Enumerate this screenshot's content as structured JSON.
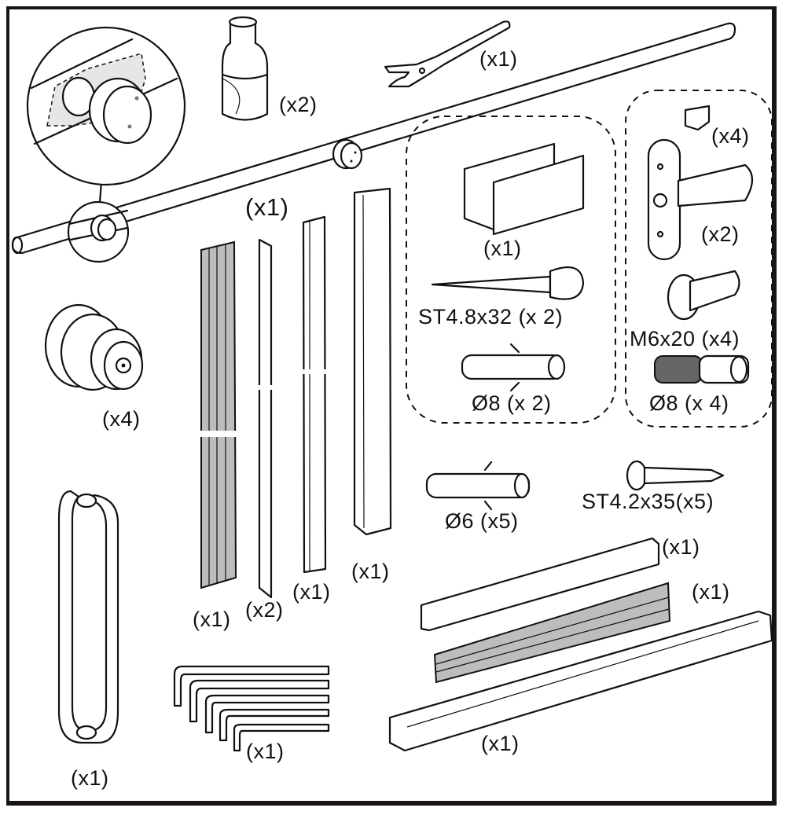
{
  "title": "Sliding shower door hardware parts list",
  "parts": {
    "top_rail_rod": {
      "qty": "(x1)"
    },
    "roller_stopper": {
      "qty": "(x2)"
    },
    "spanner_wrench": {
      "qty": "(x1)"
    },
    "rollers": {
      "qty": "(x4)"
    },
    "magnetic_seal_strip": {
      "qty": "(x1)"
    },
    "side_seal_strip": {
      "qty": "(x2)"
    },
    "wall_profile_narrow": {
      "qty": "(x1)"
    },
    "wall_profile_wide": {
      "qty": "(x1)"
    },
    "door_guide": {
      "qty": "(x1)"
    },
    "guide_screw": {
      "label": "ST4.8x32 (x 2)"
    },
    "guide_anchor": {
      "label": "Ø8 (x 2)"
    },
    "set_screw": {
      "qty": "(x4)"
    },
    "wall_bracket": {
      "qty": "(x2)"
    },
    "bracket_screw": {
      "label": "M6x20 (x4)"
    },
    "bracket_anchor": {
      "label": "Ø8 (x 4)"
    },
    "wall_anchor": {
      "label": "Ø6 (x5)"
    },
    "wall_screw": {
      "label": "ST4.2x35(x5)"
    },
    "bottom_channel_small": {
      "qty": "(x1)"
    },
    "bottom_seal": {
      "qty": "(x1)"
    },
    "bottom_track": {
      "qty": "(x1)"
    },
    "handle": {
      "qty": "(x1)"
    },
    "hex_keys": {
      "qty": "(x1)"
    }
  }
}
